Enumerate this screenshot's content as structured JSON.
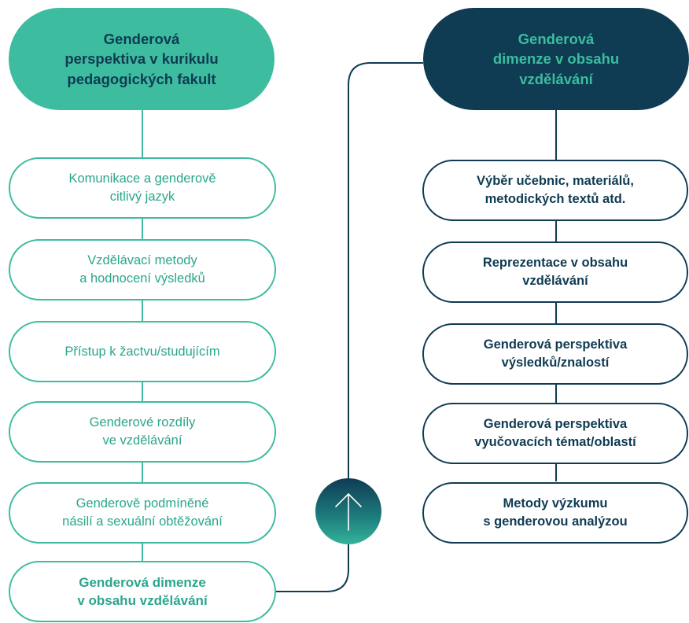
{
  "left_column": {
    "header": "Genderová\nperspektiva v kurikulu\npedagogických fakult",
    "items": [
      "Komunikace a genderově\ncitlivý jazyk",
      "Vzdělávací metody\na hodnocení výsledků",
      "Přístup k žactvu/studujícím",
      "Genderové rozdíly\nve vzdělávání",
      "Genderově podmíněné\nnásilí a sexuální obtěžování",
      "Genderová dimenze\nv obsahu vzdělávání"
    ]
  },
  "right_column": {
    "header": "Genderová\ndimenze v obsahu\nvzdělávání",
    "items": [
      "Výběr učebnic, materiálů,\nmetodických textů atd.",
      "Reprezentace v obsahu\nvzdělávání",
      "Genderová perspektiva\nvýsledků/znalostí",
      "Genderová perspektiva\nvyučovacích témat/oblastí",
      "Metody výzkumu\ns genderovou analýzou"
    ]
  },
  "colors": {
    "teal": "#3dbc9f",
    "navy": "#0f3b53"
  },
  "icons": {
    "link_button": "arrow-up-icon"
  }
}
